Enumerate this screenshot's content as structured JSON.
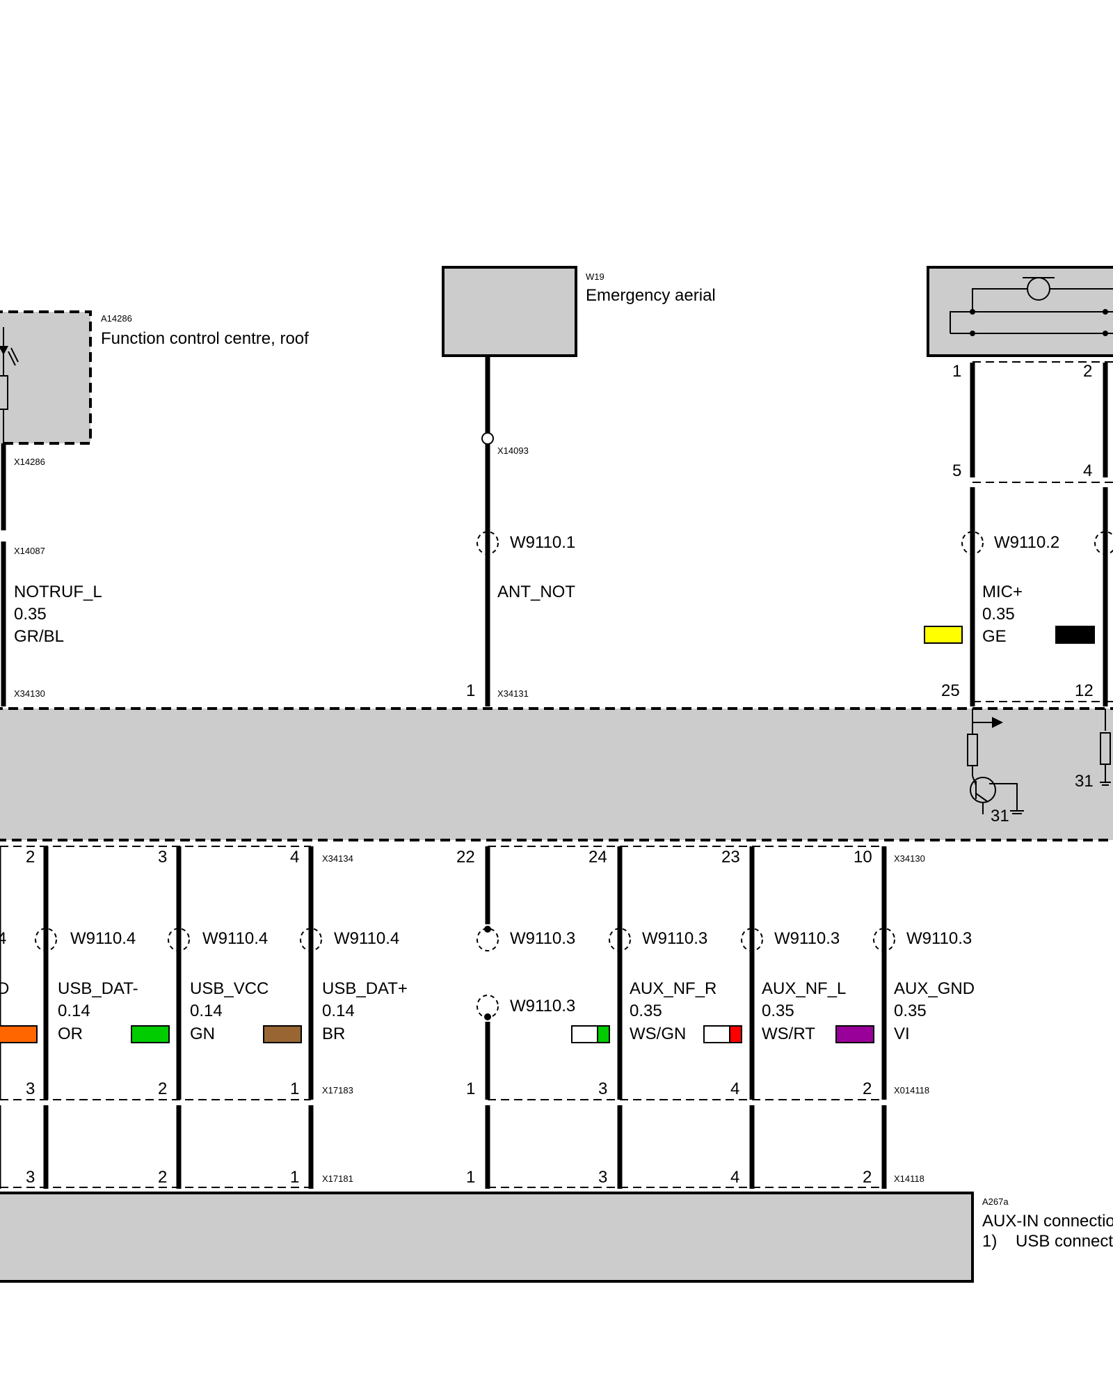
{
  "components": {
    "a14286": {
      "id": "A14286",
      "name": "Function control centre, roof"
    },
    "w19": {
      "id": "W19",
      "name": "Emergency aerial"
    },
    "a267a": {
      "id": "A267a",
      "name": "AUX-IN connectio",
      "note_num": "1)",
      "note": "USB connect"
    }
  },
  "connectors": {
    "x14286": "X14286",
    "x14087": "X14087",
    "x34130_top": "X34130",
    "x14093": "X14093",
    "x34131": "X34131",
    "x34134": "X34134",
    "x34130_bot": "X34130",
    "x17183": "X17183",
    "x014118": "X014118",
    "x17181": "X17181",
    "x14118": "X14118"
  },
  "wires_top": [
    {
      "signal": "NOTRUF_L",
      "gauge": "0.35",
      "color_code": "GR/BL"
    },
    {
      "harness": "W9110.1",
      "signal": "ANT_NOT",
      "pin_bottom": "1"
    },
    {
      "harness": "W9110.2",
      "signal": "MIC+",
      "gauge": "0.35",
      "color_code": "GE",
      "pin_box_top": "1",
      "pin_box_bottom": "5",
      "pin_bottom": "25",
      "swatch": "#ffff00"
    },
    {
      "pin_box_top": "2",
      "pin_box_bottom": "4",
      "pin_bottom": "12",
      "swatch": "#000000"
    }
  ],
  "module_ground_labels": [
    "31",
    "31"
  ],
  "wires_bottom": [
    {
      "partial_harness": "4",
      "partial_signal": "D",
      "pin_mid": "3",
      "pin_low": "3",
      "swatch": "#ff6600"
    },
    {
      "pin_top": "2",
      "harness": "W9110.4",
      "signal": "USB_DAT-",
      "gauge": "0.14",
      "color_code": "OR",
      "pin_mid": "2",
      "pin_low": "2",
      "swatch": "#00cc00"
    },
    {
      "pin_top": "3",
      "harness": "W9110.4",
      "signal": "USB_VCC",
      "gauge": "0.14",
      "color_code": "GN",
      "pin_mid": "1",
      "pin_low": "1",
      "swatch": "#996633"
    },
    {
      "pin_top": "4",
      "harness": "W9110.4",
      "signal": "USB_DAT+",
      "gauge": "0.14",
      "color_code": "BR"
    },
    {
      "pin_top": "22",
      "harness": "W9110.3",
      "harness2": "W9110.3",
      "pin_mid": "1",
      "pin_low": "1",
      "swatch_left": "#ffffff",
      "swatch_right": "#00cc00"
    },
    {
      "pin_top": "24",
      "harness": "W9110.3",
      "signal": "AUX_NF_R",
      "gauge": "0.35",
      "color_code": "WS/GN",
      "pin_mid": "3",
      "pin_low": "3",
      "swatch_left": "#ffffff",
      "swatch_right": "#ff0000"
    },
    {
      "pin_top": "23",
      "harness": "W9110.3",
      "signal": "AUX_NF_L",
      "gauge": "0.35",
      "color_code": "WS/RT",
      "pin_mid": "4",
      "pin_low": "4",
      "swatch": "#990099"
    },
    {
      "pin_top": "10",
      "harness": "W9110.3",
      "signal": "AUX_GND",
      "gauge": "0.35",
      "color_code": "VI",
      "pin_mid": "2",
      "pin_low": "2"
    }
  ]
}
